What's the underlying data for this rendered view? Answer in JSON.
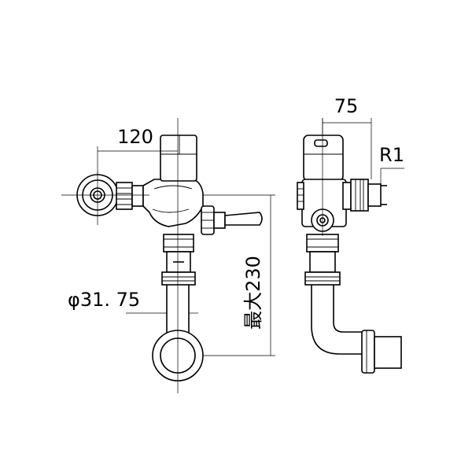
{
  "dimensions": {
    "width_120": "120",
    "width_75": "75",
    "radius": "R1",
    "diameter": "φ31. 75",
    "height_max": "最大230"
  }
}
